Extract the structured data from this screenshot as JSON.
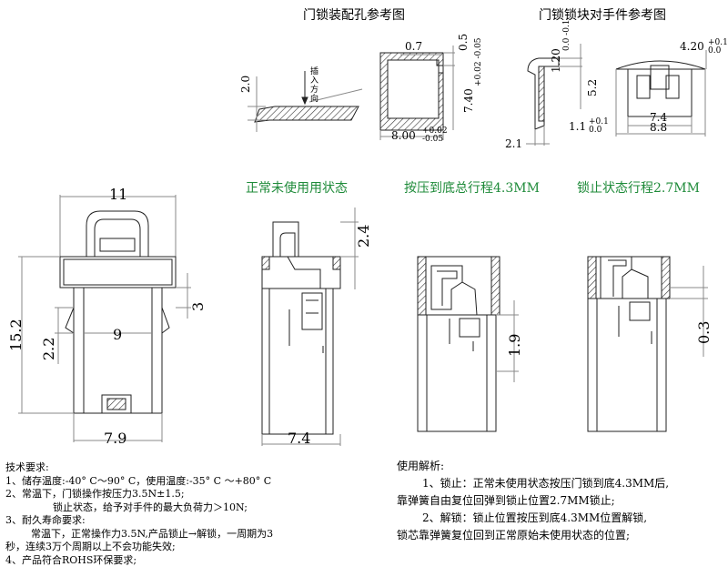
{
  "titles": {
    "hole_ref": "门锁装配孔参考图",
    "block_ref": "门锁锁块对手件参考图"
  },
  "states": {
    "normal": "正常未使用用状态",
    "press": "按压到底总行程4.3MM",
    "locked": "锁止状态行程2.7MM"
  },
  "dims": {
    "d_2_0": "2.0",
    "insert_dir": "插入方向",
    "d_0_7": "0.7",
    "d_0_5": "0.5",
    "d_7_40": "7.40",
    "d_7_40_tol": "+0.02 -0.05",
    "d_8_00": "8.00",
    "d_8_00_tol": "+0.02 -0.05",
    "d_1_20": "1.20",
    "d_1_20_tol": "0.0 -0.1",
    "d_4_20": "4.20",
    "d_4_20_tol": "+0.1 0.0",
    "d_5_2": "5.2",
    "d_7_4": "7.4",
    "d_8_8": "8.8",
    "d_1_1": "1.1",
    "d_1_1_tol": "+0.1 0.0",
    "d_2_1": "2.1",
    "d_11": "11",
    "d_15_2": "15.2",
    "d_2_2": "2.2",
    "d_9": "9",
    "d_3": "3",
    "d_7_9": "7.9",
    "d_2_4": "2.4",
    "d_7_4b": "7.4",
    "d_1_9": "1.9",
    "d_0_3": "0.3"
  },
  "tech": {
    "heading": "技术要求:",
    "l1": "1、储存温度:-40° C～90° C，使用温度:-35° C ～+80° C",
    "l2": "2、常温下，门锁操作按压力3.5N±1.5;",
    "l3": "锁止状态，给予对手件的最大负荷力＞10N;",
    "l4": "3、耐久寿命要求:",
    "l5": "常温下，正常操作力3.5N,产品锁止→解锁，一周期为3",
    "l6": "秒，连续3万个周期以上不会功能失效;",
    "l7": "4、产品符合ROHS环保要求;"
  },
  "usage": {
    "heading": "使用解析:",
    "l1": "1、锁止：正常未使用状态按压门锁到底4.3MM后,",
    "l2": "靠弹簧自由复位回弹到锁止位置2.7MM锁止;",
    "l3": "2、解锁：锁止位置按压到底4.3MM位置解锁,",
    "l4": "锁芯靠弹簧复位回到正常原始未使用状态的位置;"
  }
}
